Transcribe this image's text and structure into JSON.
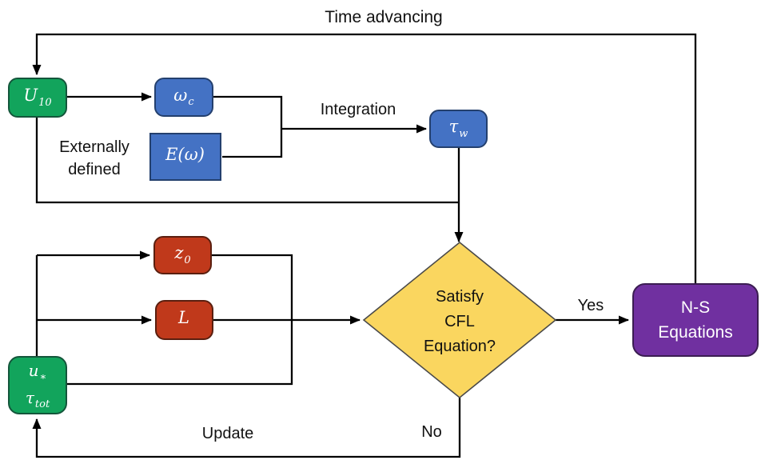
{
  "diagram_title": "Time advancing",
  "colors": {
    "green": "#12A45C",
    "blue": "#4472C4",
    "red": "#C0391B",
    "yellow": "#FAD65F",
    "purple": "#7030A0",
    "line": "#000000"
  },
  "nodes": {
    "u10": {
      "base": "U",
      "sub": "10"
    },
    "omega_c": {
      "base": "ω",
      "sub": "c"
    },
    "e_omega": {
      "base": "E(ω)",
      "sub": ""
    },
    "tau_w": {
      "base": "τ",
      "sub": "w"
    },
    "z0": {
      "base": "z",
      "sub": "0"
    },
    "l": {
      "base": "L",
      "sub": ""
    },
    "u_star": {
      "base": "u",
      "sub": "∗"
    },
    "tau_tot": {
      "base": "τ",
      "sub": "tot"
    },
    "cfl": {
      "lines": [
        "Satisfy",
        "CFL",
        "Equation?"
      ]
    },
    "ns": {
      "lines": [
        "N-S",
        "Equations"
      ]
    }
  },
  "edge_labels": {
    "time_advancing": "Time advancing",
    "integration": "Integration",
    "externally_defined": [
      "Externally",
      "defined"
    ],
    "yes": "Yes",
    "no": "No",
    "update": "Update"
  }
}
